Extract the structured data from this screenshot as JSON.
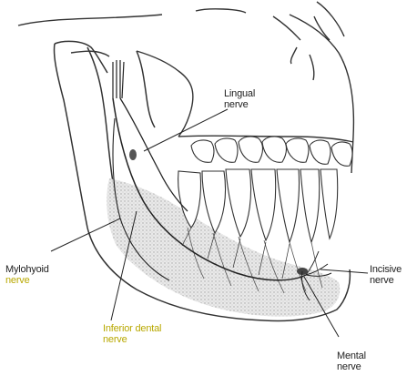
{
  "labels": {
    "lingual": {
      "line1": "Lingual",
      "line2": "nerve"
    },
    "mylohyoid": {
      "line1": "Mylohyoid",
      "line2": "nerve"
    },
    "inferior_dental": {
      "line1": "Inferior dental",
      "line2": "nerve"
    },
    "incisive": {
      "line1": "Incisive",
      "line2": "nerve"
    },
    "mental": {
      "line1": "Mental",
      "line2": "nerve"
    }
  },
  "colors": {
    "line": "#333333",
    "shading": "#c8c8c8",
    "highlight_text": "#b8a800"
  }
}
